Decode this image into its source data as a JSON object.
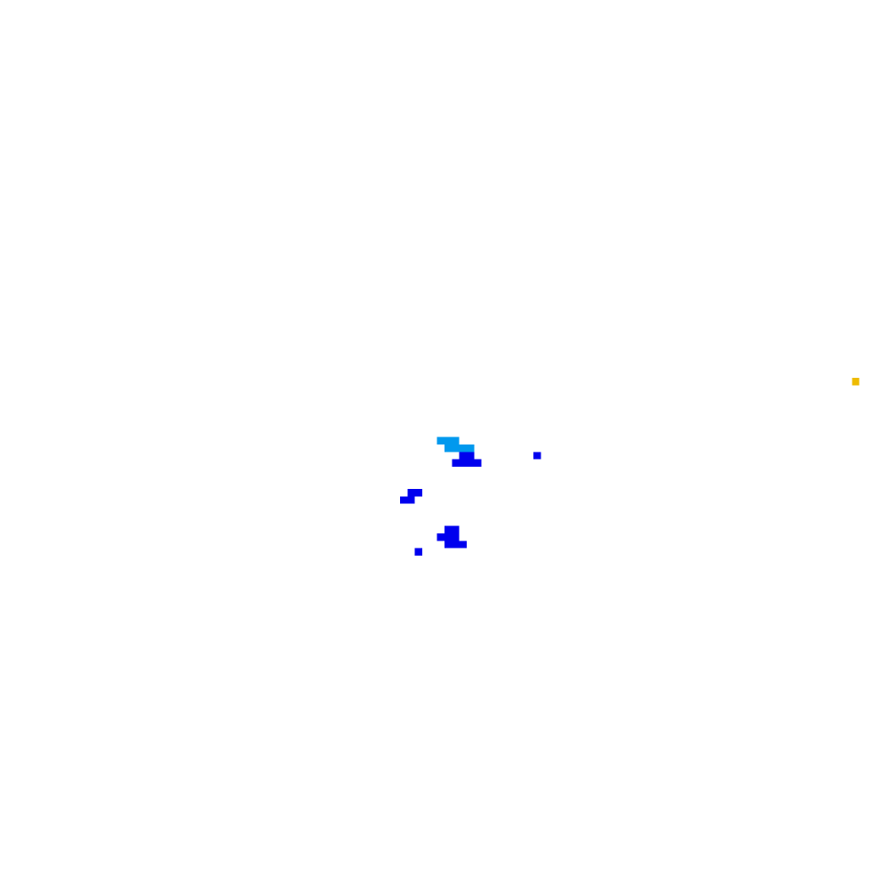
{
  "map": {
    "background": "#ffffff",
    "grid_cell_count": 120,
    "classes": [
      {
        "id": "dark-blue",
        "color": "#0000ee"
      },
      {
        "id": "light-blue",
        "color": "#0099ee"
      },
      {
        "id": "gold",
        "color": "#eebb00"
      }
    ],
    "cells": [
      {
        "class": "gold",
        "col": 115,
        "row": 51,
        "w": 1,
        "h": 1
      },
      {
        "class": "light-blue",
        "col": 59,
        "row": 59,
        "w": 3,
        "h": 1
      },
      {
        "class": "light-blue",
        "col": 60,
        "row": 60,
        "w": 4,
        "h": 1
      },
      {
        "class": "dark-blue",
        "col": 62,
        "row": 61,
        "w": 2,
        "h": 1
      },
      {
        "class": "dark-blue",
        "col": 61,
        "row": 62,
        "w": 3,
        "h": 1
      },
      {
        "class": "dark-blue",
        "col": 61,
        "row": 62,
        "w": 4,
        "h": 1
      },
      {
        "class": "dark-blue",
        "col": 72,
        "row": 61,
        "w": 1,
        "h": 1
      },
      {
        "class": "dark-blue",
        "col": 55,
        "row": 66,
        "w": 2,
        "h": 1
      },
      {
        "class": "dark-blue",
        "col": 54,
        "row": 67,
        "w": 2,
        "h": 1
      },
      {
        "class": "dark-blue",
        "col": 60,
        "row": 71,
        "w": 2,
        "h": 1
      },
      {
        "class": "dark-blue",
        "col": 59,
        "row": 72,
        "w": 3,
        "h": 1
      },
      {
        "class": "dark-blue",
        "col": 60,
        "row": 73,
        "w": 3,
        "h": 1
      },
      {
        "class": "dark-blue",
        "col": 56,
        "row": 74,
        "w": 1,
        "h": 1
      }
    ]
  }
}
